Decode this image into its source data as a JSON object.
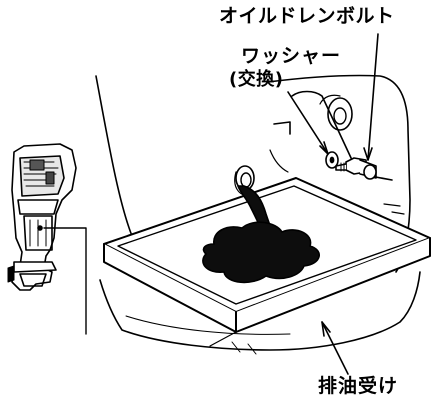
{
  "labels": {
    "drain_bolt": "オイルドレンボルト",
    "washer": "ワッシャー",
    "washer_note": "(交換)",
    "drain_pan": "排油受け"
  },
  "colors": {
    "ink": "#000000",
    "oil": "#0d0d0d",
    "background": "#ffffff"
  }
}
